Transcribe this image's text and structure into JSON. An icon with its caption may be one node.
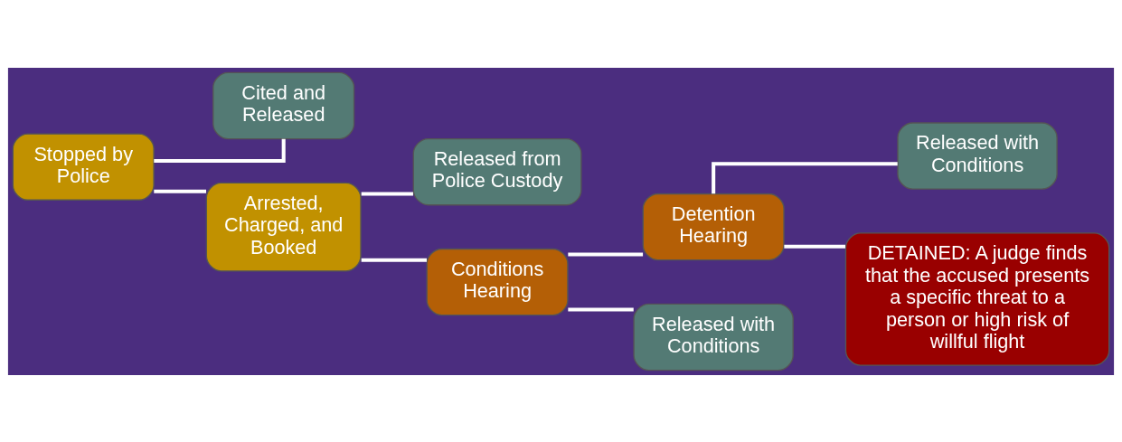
{
  "diagram": {
    "nodes": [
      {
        "text": [
          "Stopped by Police"
        ]
      },
      {
        "text": [
          "Cited and Released"
        ]
      },
      {
        "text": [
          "Arrested, Charged, and Booked"
        ]
      },
      {
        "text": [
          "Released from Police Custody"
        ]
      },
      {
        "text": [
          "Conditions Hearing"
        ]
      },
      {
        "text": [
          "Detention Hearing"
        ]
      },
      {
        "text": [
          "Released with Conditions"
        ]
      },
      {
        "text": [
          "Released with Conditions"
        ]
      },
      {
        "text": [
          "DETAINED: A judge finds that the accused presents a specific threat to a person or high risk of willful flight"
        ]
      }
    ],
    "edges": [
      {
        "from": 0,
        "to": 1,
        "arrow": "none"
      },
      {
        "from": 0,
        "to": 2,
        "arrow": "none"
      },
      {
        "from": 2,
        "to": 3,
        "arrow": "none"
      },
      {
        "from": 2,
        "to": 4,
        "arrow": "none"
      },
      {
        "from": 4,
        "to": 5,
        "arrow": "none"
      },
      {
        "from": 4,
        "to": 6,
        "arrow": "none"
      },
      {
        "from": 5,
        "to": 7,
        "arrow": "none"
      },
      {
        "from": 5,
        "to": 8,
        "arrow": "none"
      }
    ]
  }
}
